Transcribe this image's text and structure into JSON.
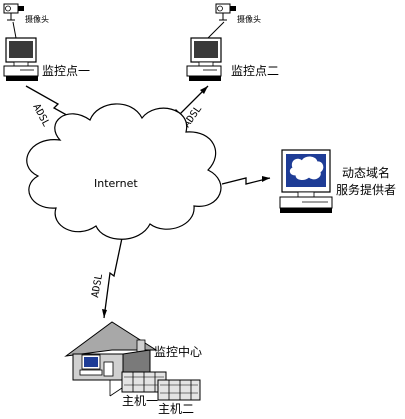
{
  "labels": {
    "camera_1": "摄像头",
    "camera_2": "摄像头",
    "monitor_point_1": "监控点一",
    "monitor_point_2": "监控点二",
    "internet": "Internet",
    "dns_line1": "动态域名",
    "dns_line2": "服务提供者",
    "adsl_1": "ADSL",
    "adsl_2": "ADSL",
    "adsl_3": "ADSL",
    "center": "监控中心",
    "host_1": "主机一",
    "host_2": "主机二"
  },
  "colors": {
    "line": "#000000",
    "screen_dark": "#3a3a3a",
    "dns_screen": "#1e3c96",
    "roof": "#a8a8a8",
    "house_wall": "#d0d0d0",
    "house_shade": "#7a7a7a",
    "server": "#e4e4e4"
  }
}
